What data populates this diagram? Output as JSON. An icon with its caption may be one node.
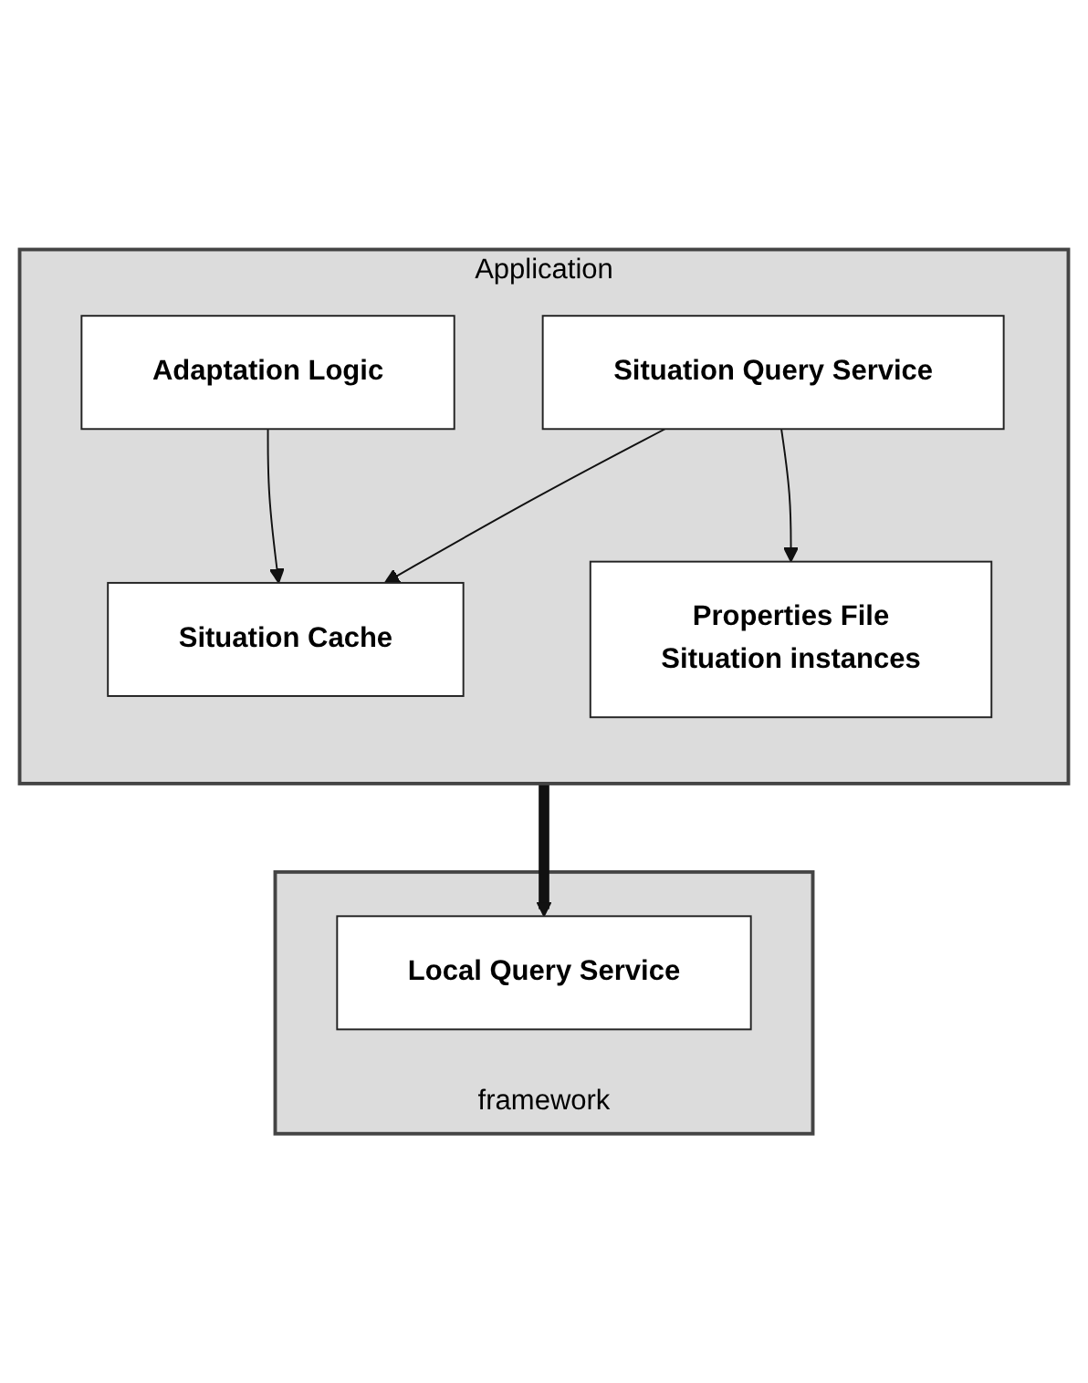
{
  "diagram": {
    "nodes": [
      {
        "text": [
          "Application"
        ]
      },
      {
        "text": [
          "Adaptation Logic"
        ],
        "in": 0
      },
      {
        "text": [
          "Situation Cache"
        ],
        "in": 0
      },
      {
        "text": [
          "Properties File",
          "Situation instances"
        ],
        "in": 0
      },
      {
        "text": [
          "Situation Query Service"
        ],
        "in": 0
      },
      {
        "text": [
          "framework"
        ]
      },
      {
        "text": [
          "Local Query Service"
        ],
        "in": 5
      }
    ],
    "edges": [
      {
        "from": 1,
        "to": 2,
        "arrow": "to"
      },
      {
        "from": 4,
        "to": 2,
        "arrow": "to"
      },
      {
        "from": 4,
        "to": 3,
        "arrow": "to"
      },
      {
        "from": 0,
        "to": 6,
        "arrow": "to",
        "style": "thick"
      }
    ]
  }
}
